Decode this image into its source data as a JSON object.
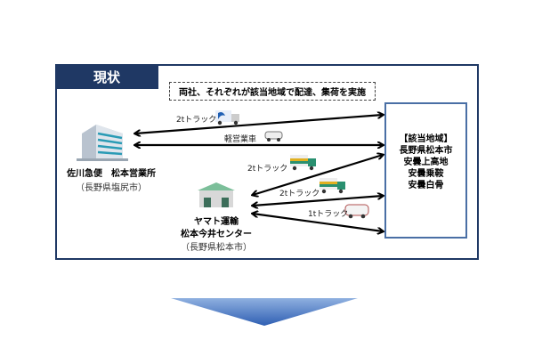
{
  "header": {
    "title": "現状"
  },
  "note": "両社、それぞれが該当地域で配達、集荷を実施",
  "target_area": {
    "lines": [
      "【該当地域】",
      "長野県松本市",
      "安曇上高地",
      "安曇乗鞍",
      "安曇白骨"
    ]
  },
  "sagawa": {
    "name": "佐川急便　松本営業所",
    "location": "（長野県塩尻市）"
  },
  "yamato": {
    "name_line1": "ヤマト運輸",
    "name_line2": "松本今井センター",
    "location": "（長野県松本市）"
  },
  "routes": [
    {
      "label": "2tトラック",
      "vehicle": "truck-icon"
    },
    {
      "label": "軽営業車",
      "vehicle": "van-icon"
    },
    {
      "label": "2tトラック",
      "vehicle": "truck-icon"
    },
    {
      "label": "2tトラック",
      "vehicle": "truck-icon"
    },
    {
      "label": "1tトラック",
      "vehicle": "van-icon"
    }
  ],
  "colors": {
    "navy": "#1f3864",
    "box_border": "#4a6fa5",
    "arrow_down": "#4472c4"
  }
}
